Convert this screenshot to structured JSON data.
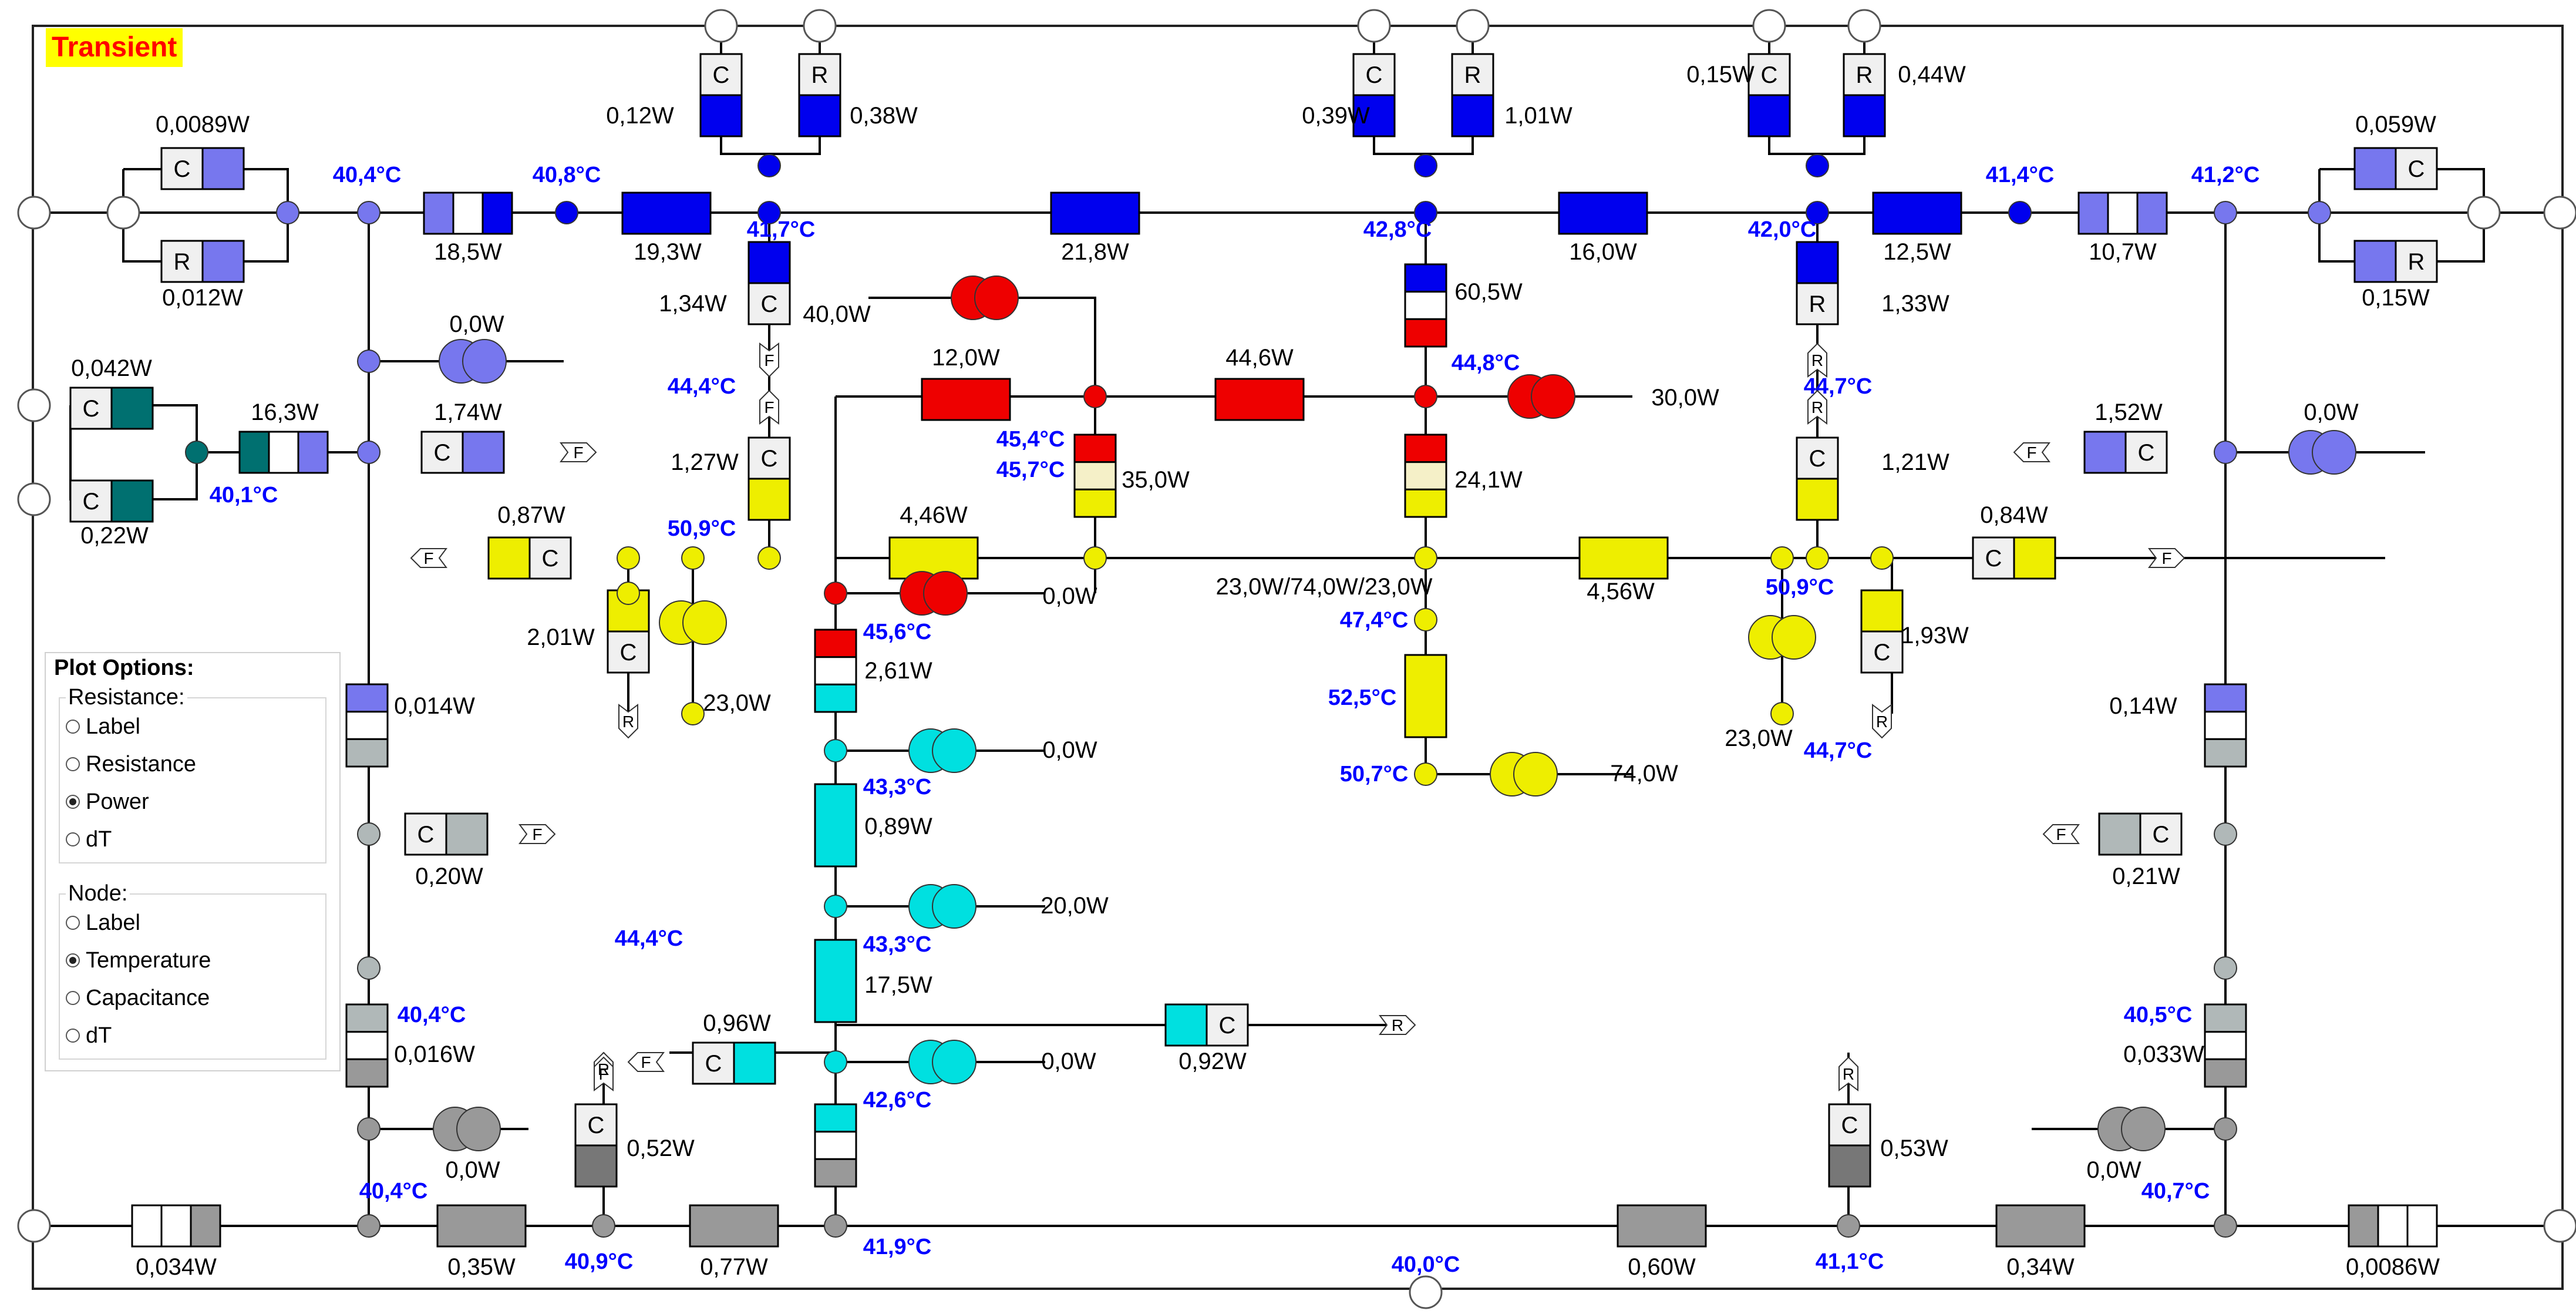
{
  "title": "Transient",
  "palette": {
    "blue": "#0000ee",
    "lightblue": "#7777ee",
    "red": "#ee0000",
    "yellow": "#eeee00",
    "cream": "#f5f0c8",
    "cyan": "#00e0e0",
    "teal": "#007070",
    "gray": "#999999",
    "lightgray": "#b0b8b8",
    "darkgray": "#777777",
    "white": "#ffffff",
    "textblue": "#0000ff"
  },
  "plot_options": {
    "title": "Plot Options:",
    "resistance": {
      "legend": "Resistance:",
      "options": [
        "Label",
        "Resistance",
        "Power",
        "dT"
      ],
      "selected": "Power"
    },
    "node": {
      "legend": "Node:",
      "options": [
        "Label",
        "Temperature",
        "Capacitance",
        "dT"
      ],
      "selected": "Temperature"
    }
  },
  "power_labels": [
    "0,0089W",
    "0,012W",
    "18,5W",
    "19,3W",
    "0,12W",
    "0,38W",
    "21,8W",
    "0,39W",
    "1,01W",
    "16,0W",
    "0,15W",
    "0,44W",
    "12,5W",
    "10,7W",
    "0,059W",
    "0,15W",
    "1,34W",
    "40,0W",
    "60,5W",
    "1,33W",
    "0,0W",
    "0,042W",
    "16,3W",
    "1,74W",
    "0,22W",
    "12,0W",
    "44,6W",
    "30,0W",
    "1,52W",
    "0,0W",
    "1,27W",
    "35,0W",
    "24,1W",
    "1,21W",
    "0,87W",
    "4,46W",
    "0,84W",
    "0,0W",
    "23,0W/74,0W/23,0W",
    "4,56W",
    "2,01W",
    "23,0W",
    "2,61W",
    "1,93W",
    "23,0W",
    "0,014W",
    "0,0W",
    "0,14W",
    "0,89W",
    "74,0W",
    "0,20W",
    "0,21W",
    "20,0W",
    "17,5W",
    "0,96W",
    "0,016W",
    "0,92W",
    "0,033W",
    "0,0W",
    "0,0W",
    "0,52W",
    "0,53W",
    "0,0W",
    "0,034W",
    "0,35W",
    "0,77W",
    "0,60W",
    "0,34W",
    "0,0086W"
  ],
  "temperature_labels": [
    "40,4°C",
    "40,8°C",
    "41,7°C",
    "42,8°C",
    "42,0°C",
    "41,4°C",
    "41,2°C",
    "44,4°C",
    "44,8°C",
    "44,7°C",
    "45,4°C",
    "45,7°C",
    "40,1°C",
    "50,9°C",
    "45,6°C",
    "47,4°C",
    "50,9°C",
    "52,5°C",
    "44,7°C",
    "43,3°C",
    "50,7°C",
    "44,4°C",
    "43,3°C",
    "40,4°C",
    "40,5°C",
    "42,6°C",
    "40,4°C",
    "40,7°C",
    "40,9°C",
    "41,9°C",
    "40,0°C",
    "41,1°C"
  ],
  "box_letters": [
    "C",
    "R",
    "C",
    "R",
    "C",
    "R",
    "C",
    "R",
    "C",
    "R",
    "C",
    "R",
    "C",
    "C",
    "C",
    "C",
    "C",
    "C",
    "C",
    "C",
    "C",
    "C",
    "C",
    "C",
    "C",
    "C",
    "C",
    "C",
    "C",
    "C",
    "C",
    "C"
  ],
  "arrow_letters": [
    "F",
    "F",
    "F",
    "F",
    "R",
    "R",
    "F",
    "F",
    "R",
    "F",
    "R",
    "F",
    "F",
    "R",
    "R",
    "F",
    "R"
  ]
}
